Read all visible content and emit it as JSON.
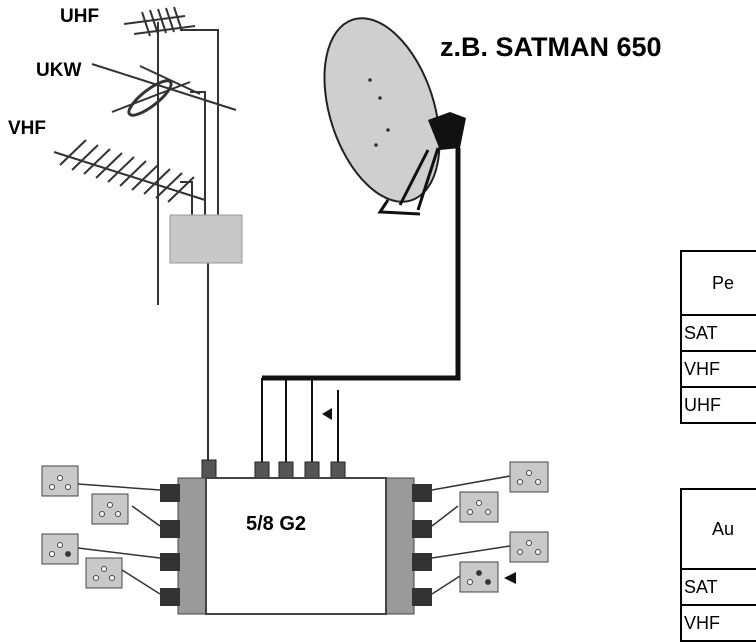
{
  "labels": {
    "uhf": "UHF",
    "ukw": "UKW",
    "vhf": "VHF",
    "dish_model": "z.B. SATMAN 650",
    "multiswitch": "5/8 G2"
  },
  "tables": [
    {
      "header": "Pe",
      "rows": [
        "SAT",
        "VHF",
        "UHF"
      ]
    },
    {
      "header": "Au",
      "rows": [
        "SAT",
        "VHF"
      ]
    }
  ],
  "colors": {
    "line": "#333333",
    "dish": "#cfcfcf",
    "amplifier": "#c8c8c8",
    "switch_body": "#ffffff",
    "switch_side": "#9a9a9a"
  }
}
